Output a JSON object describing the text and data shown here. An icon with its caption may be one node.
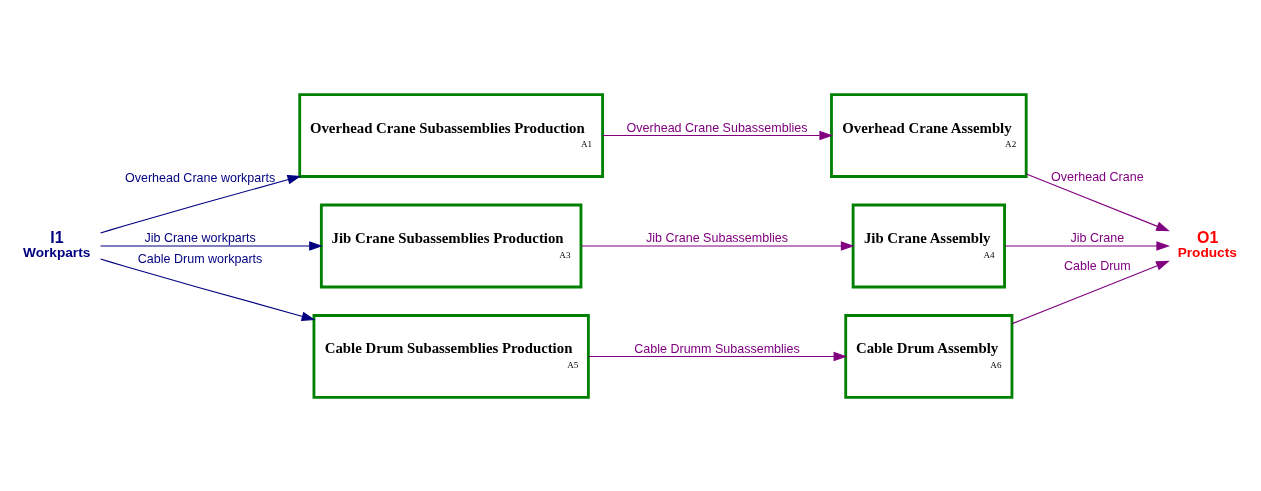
{
  "diagram": {
    "nodes": [
      {
        "text": [
          "I1",
          "Workparts"
        ]
      },
      {
        "text": [
          "Overhead Crane Subassemblies Production",
          "A1"
        ]
      },
      {
        "text": [
          "Overhead Crane Assembly",
          "A2"
        ]
      },
      {
        "text": [
          "Jib Crane Subassemblies Production",
          "A3"
        ]
      },
      {
        "text": [
          "Jib Crane Assembly",
          "A4"
        ]
      },
      {
        "text": [
          "Cable Drum Subassemblies Production",
          "A5"
        ]
      },
      {
        "text": [
          "Cable Drum Assembly",
          "A6"
        ]
      },
      {
        "text": [
          "O1",
          "Products"
        ]
      }
    ],
    "edges": [
      {
        "from": 0,
        "to": 1,
        "arrow": "to",
        "label": "Overhead Crane workparts",
        "color": "#000080"
      },
      {
        "from": 0,
        "to": 3,
        "arrow": "to",
        "label": "Jib Crane workparts",
        "color": "#000080"
      },
      {
        "from": 0,
        "to": 5,
        "arrow": "to",
        "label": "Cable Drum workparts",
        "color": "#000080"
      },
      {
        "from": 1,
        "to": 2,
        "arrow": "to",
        "label": "Overhead Crane Subassemblies"
      },
      {
        "from": 2,
        "to": 7,
        "arrow": "to",
        "label": "Overhead Crane"
      },
      {
        "from": 3,
        "to": 4,
        "arrow": "to",
        "label": "Jib Crane Subassemblies"
      },
      {
        "from": 4,
        "to": 7,
        "arrow": "to",
        "label": "Jib Crane"
      },
      {
        "from": 5,
        "to": 6,
        "arrow": "to",
        "label": "Cable Drumm Subassemblies"
      },
      {
        "from": 6,
        "to": 7,
        "arrow": "to",
        "label": "Cable Drum"
      }
    ]
  }
}
